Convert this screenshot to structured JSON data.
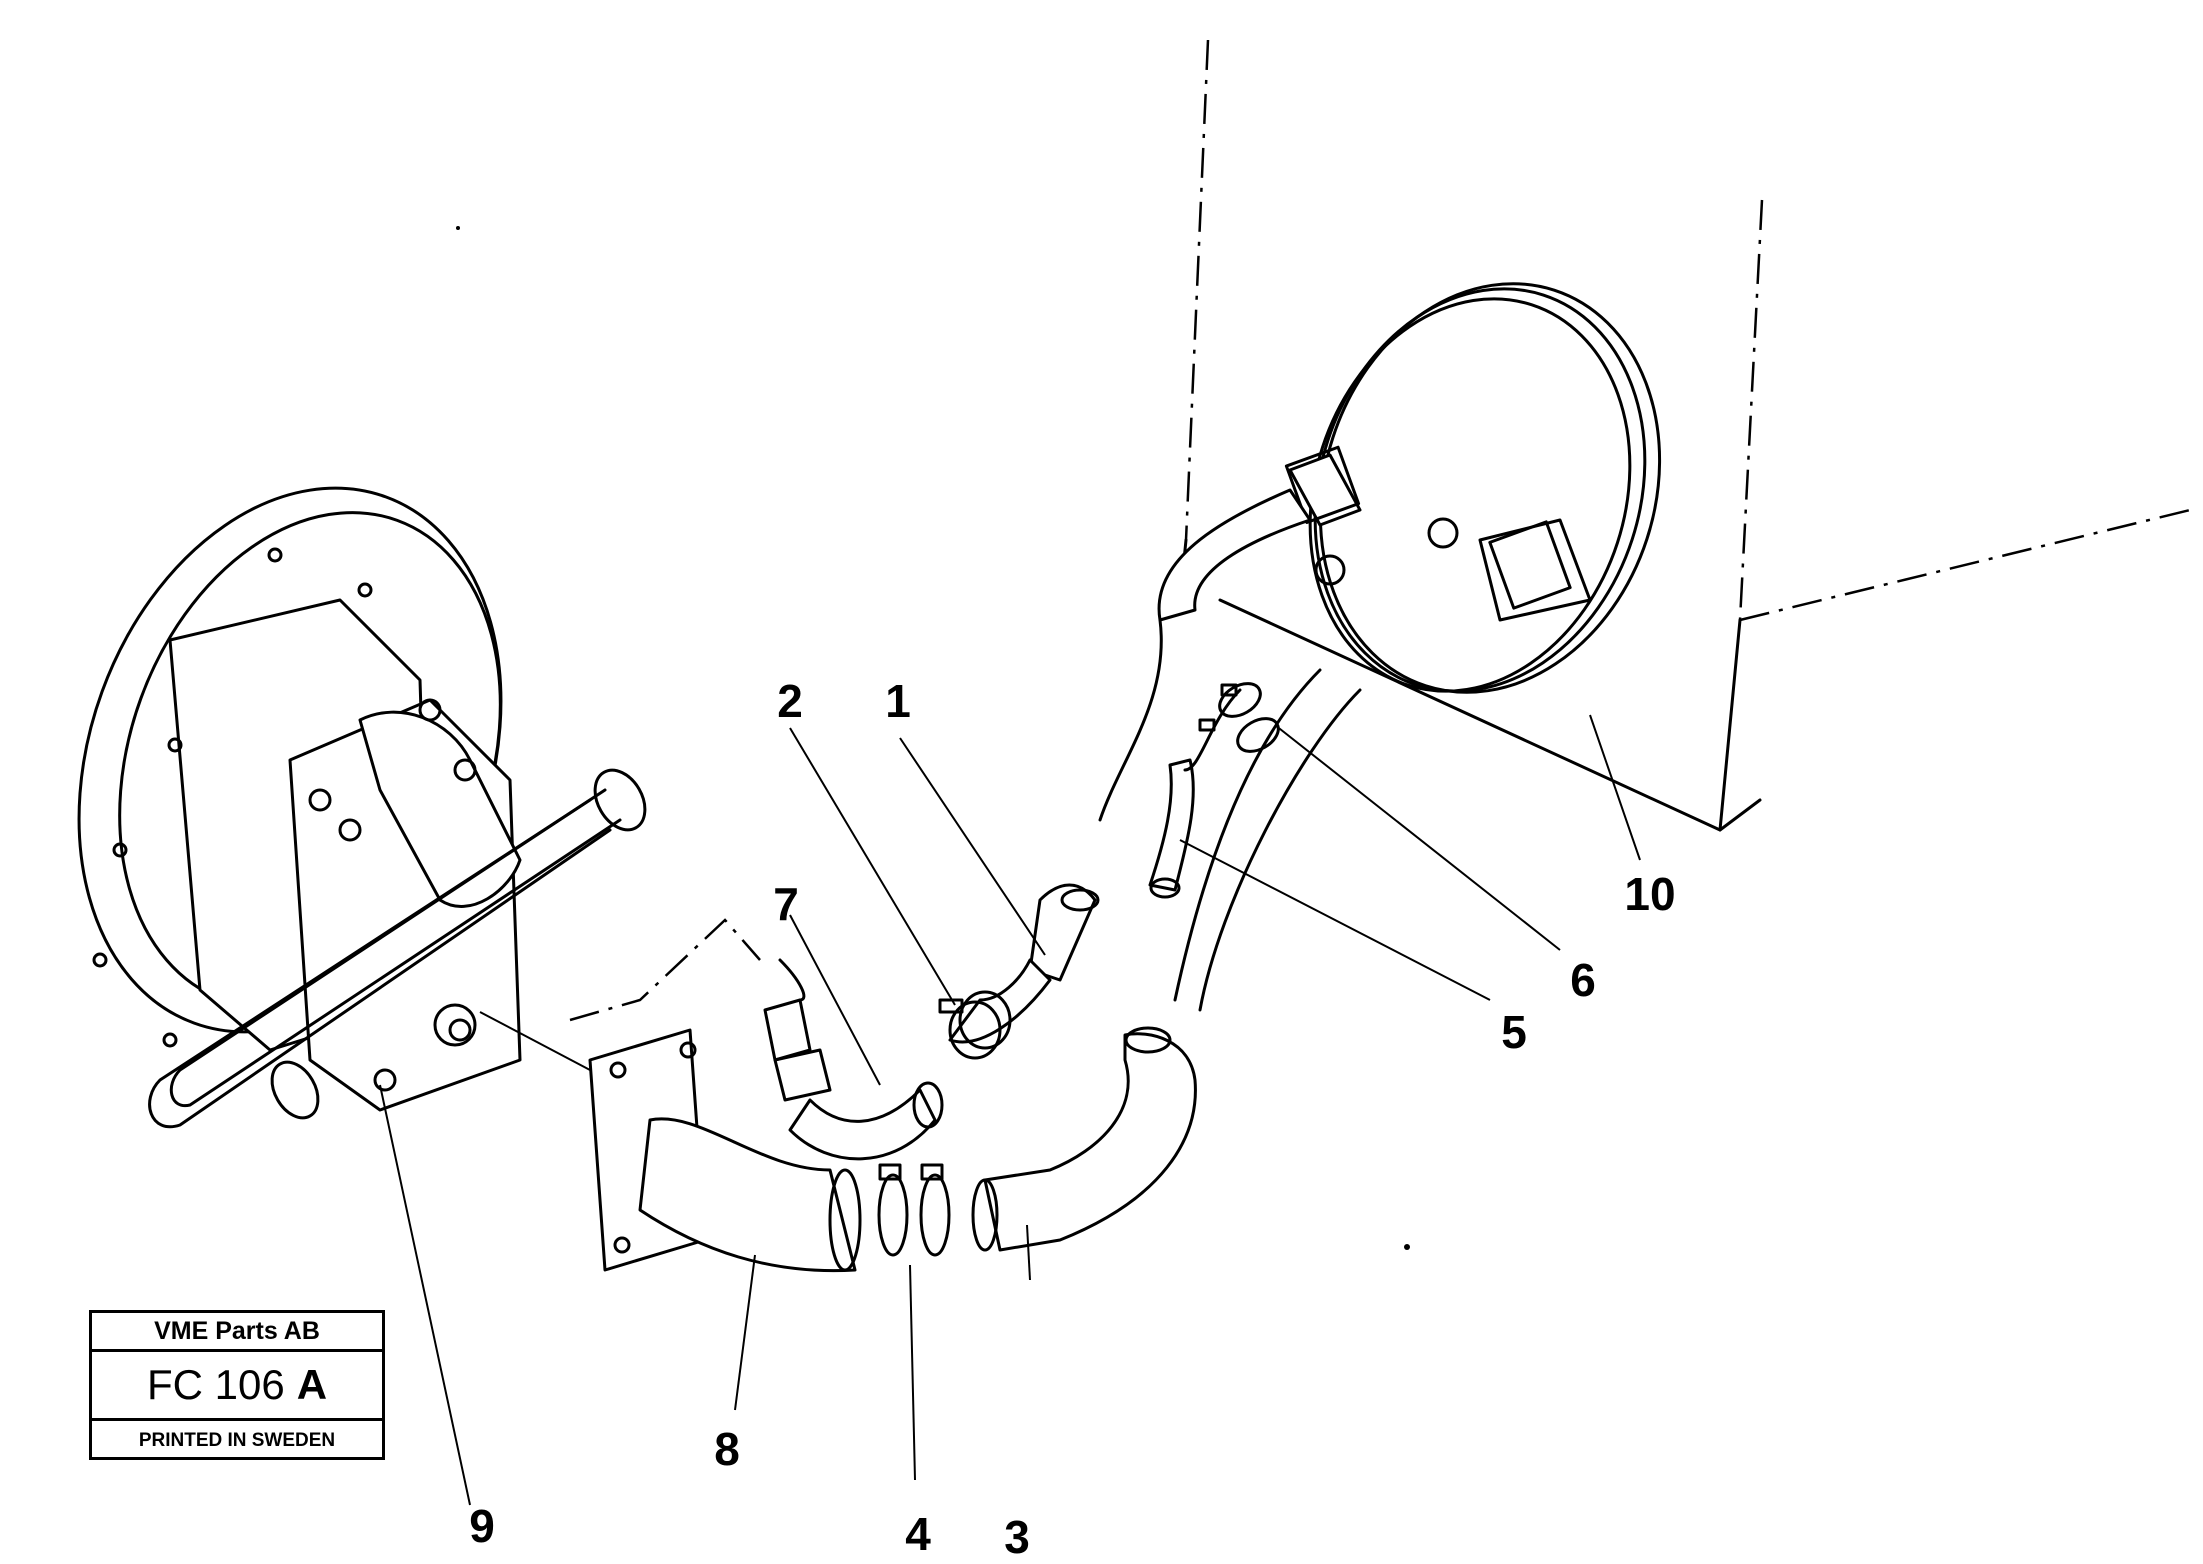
{
  "callouts": [
    "1",
    "2",
    "3",
    "4",
    "5",
    "6",
    "7",
    "8",
    "9",
    "10"
  ],
  "stamp": {
    "company": "VME Parts AB",
    "figure_code": "FC 106",
    "figure_suffix": "A",
    "printed": "PRINTED IN SWEDEN"
  }
}
